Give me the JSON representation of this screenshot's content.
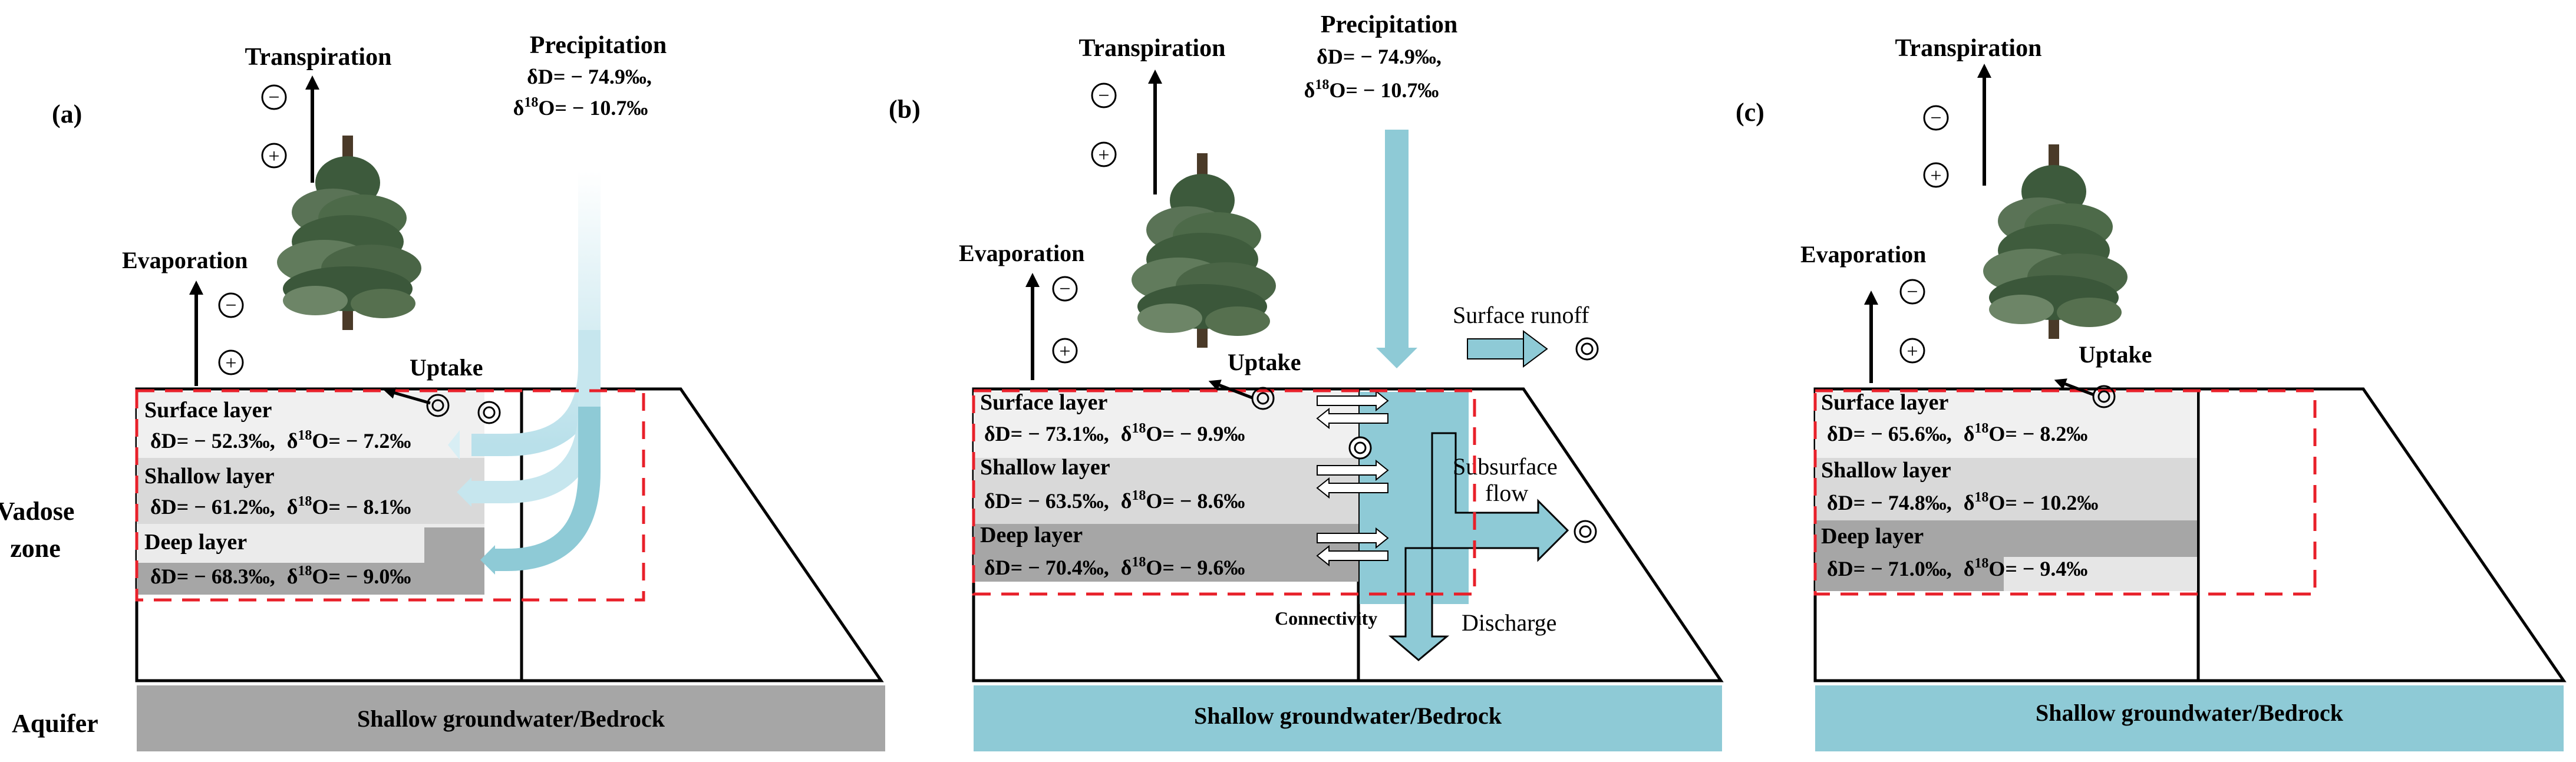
{
  "left_labels": {
    "vadose": [
      "Vadose",
      "zone"
    ],
    "aquifer": "Aquifer"
  },
  "colors": {
    "box_line": "#000000",
    "dashed": "#e8202a",
    "gray_ground": "#a6a6a6",
    "blue_ground": "#8ecad6",
    "surface_layer": "#f0f0f0",
    "shallow_layer": "#d9d9d9",
    "deep_layer": "#a6a6a6",
    "flow_blue": "#89c8d6",
    "flow_light": "#d8eef4"
  },
  "panels": [
    {
      "tag": "(a)",
      "transpiration": "Transpiration",
      "evaporation": "Evaporation",
      "uptake": "Uptake",
      "precipitation": {
        "title": "Precipitation",
        "dD": "δD= − 74.9‰,",
        "d18O_pre": "δ",
        "d18O_sup": "18",
        "d18O_post": "O= − 10.7‰"
      },
      "layers": [
        {
          "name": "Surface layer",
          "dD": "δD= − 52.3‰,",
          "d18O_pre": "δ",
          "d18O_sup": "18",
          "d18O_post": "O= − 7.2‰"
        },
        {
          "name": "Shallow layer",
          "dD": "δD= − 61.2‰,",
          "d18O_pre": "δ",
          "d18O_sup": "18",
          "d18O_post": "O= − 8.1‰"
        },
        {
          "name": "Deep layer",
          "dD": "δD= − 68.3‰,",
          "d18O_pre": "δ",
          "d18O_sup": "18",
          "d18O_post": "O= − 9.0‰"
        }
      ],
      "ground": "Shallow groundwater/Bedrock",
      "minus": "−",
      "plus": "+"
    },
    {
      "tag": "(b)",
      "transpiration": "Transpiration",
      "evaporation": "Evaporation",
      "uptake": "Uptake",
      "precipitation": {
        "title": "Precipitation",
        "dD": "δD= − 74.9‰,",
        "d18O_pre": "δ",
        "d18O_sup": "18",
        "d18O_post": "O= − 10.7‰"
      },
      "layers": [
        {
          "name": "Surface layer",
          "dD": "δD= − 73.1‰,",
          "d18O_pre": "δ",
          "d18O_sup": "18",
          "d18O_post": "O= − 9.9‰"
        },
        {
          "name": "Shallow layer",
          "dD": "δD= − 63.5‰,",
          "d18O_pre": "δ",
          "d18O_sup": "18",
          "d18O_post": "O= − 8.6‰"
        },
        {
          "name": "Deep layer",
          "dD": "δD= − 70.4‰,",
          "d18O_pre": "δ",
          "d18O_sup": "18",
          "d18O_post": "O= − 9.6‰"
        }
      ],
      "surface_runoff": "Surface runoff",
      "subsurface_flow": [
        "Subsurface",
        "flow"
      ],
      "connectivity": "Connectivity",
      "discharge": "Discharge",
      "ground": "Shallow groundwater/Bedrock",
      "minus": "−",
      "plus": "+"
    },
    {
      "tag": "(c)",
      "transpiration": "Transpiration",
      "evaporation": "Evaporation",
      "uptake": "Uptake",
      "layers": [
        {
          "name": "Surface layer",
          "dD": "δD= − 65.6‰,",
          "d18O_pre": "δ",
          "d18O_sup": "18",
          "d18O_post": "O= − 8.2‰"
        },
        {
          "name": "Shallow layer",
          "dD": "δD= − 74.8‰,",
          "d18O_pre": "δ",
          "d18O_sup": "18",
          "d18O_post": "O= − 10.2‰"
        },
        {
          "name": "Deep layer",
          "dD": "δD= − 71.0‰,",
          "d18O_pre": "δ",
          "d18O_sup": "18",
          "d18O_post": "O= − 9.4‰"
        }
      ],
      "ground": "Shallow groundwater/Bedrock",
      "minus": "−",
      "plus": "+"
    }
  ]
}
